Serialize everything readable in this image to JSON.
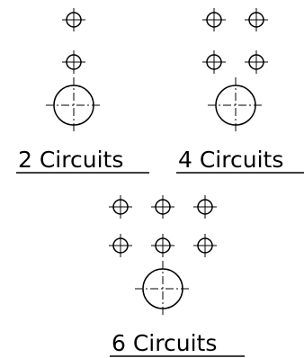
{
  "groups": [
    {
      "id": "two",
      "label": "2  Circuits",
      "small_holes": 2,
      "large_holes": 1
    },
    {
      "id": "four",
      "label": "4  Circuits",
      "small_holes": 4,
      "large_holes": 1
    },
    {
      "id": "six",
      "label": "6  Circuits",
      "small_holes": 6,
      "large_holes": 1
    }
  ],
  "colors": {
    "line": "#000000",
    "background": "#ffffff"
  }
}
